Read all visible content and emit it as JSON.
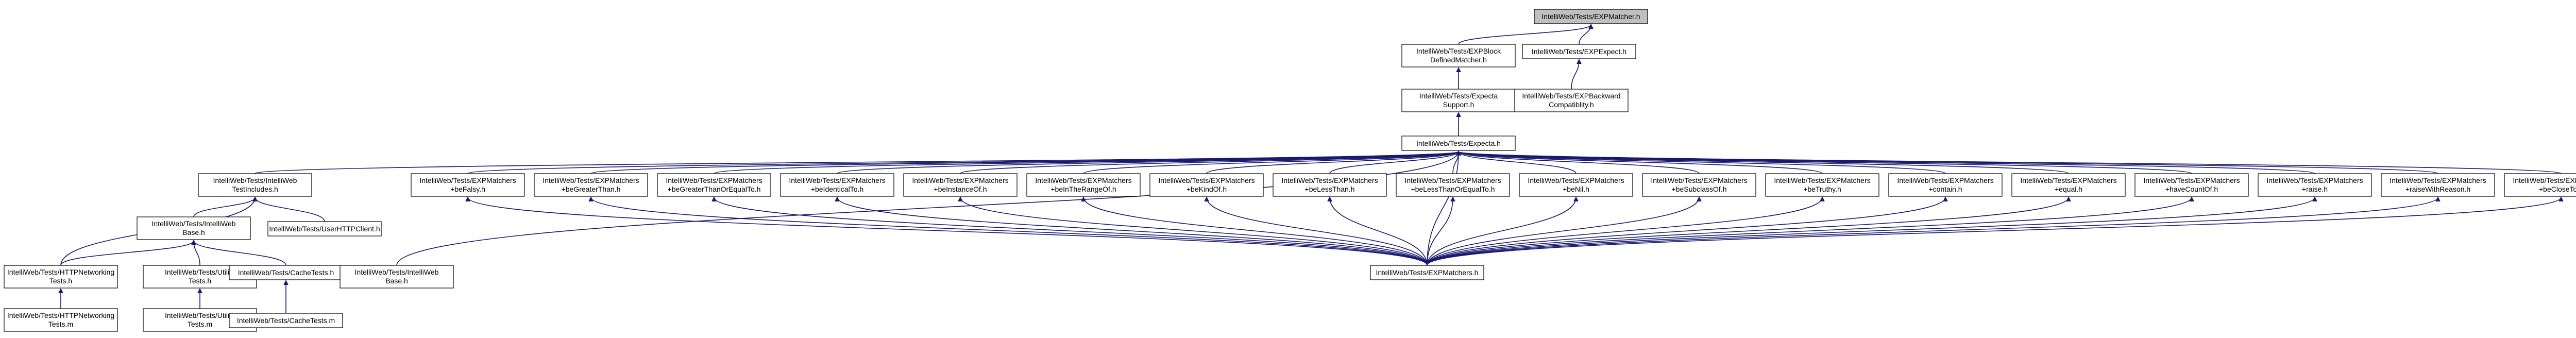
{
  "graph": {
    "colors": {
      "node_fill": "#ffffff",
      "root_fill": "#bfbfbf",
      "node_border": "#000000",
      "edge": "#191970"
    },
    "nodes": [
      {
        "id": "xpmatcher",
        "lines": [
          "IntelliWeb/Tests/EXPMatcher.h"
        ],
        "root": true
      },
      {
        "id": "blockdefined",
        "lines": [
          "IntelliWeb/Tests/EXPBlock",
          "DefinedMatcher.h"
        ]
      },
      {
        "id": "expect",
        "lines": [
          "IntelliWeb/Tests/EXPExpect.h"
        ]
      },
      {
        "id": "expectsupport",
        "lines": [
          "IntelliWeb/Tests/Expecta",
          "Support.h"
        ]
      },
      {
        "id": "backwardcompat",
        "lines": [
          "IntelliWeb/Tests/EXPBackward",
          "Compatiblity.h"
        ]
      },
      {
        "id": "expecta",
        "lines": [
          "IntelliWeb/Tests/Expecta.h"
        ]
      },
      {
        "id": "intelliwebtestincludes",
        "lines": [
          "IntelliWeb/Tests/IntelliWeb",
          "TestIncludes.h"
        ]
      },
      {
        "id": "befalsy",
        "lines": [
          "IntelliWeb/Tests/EXPMatchers",
          "+beFalsy.h"
        ]
      },
      {
        "id": "begreaterthan",
        "lines": [
          "IntelliWeb/Tests/EXPMatchers",
          "+beGreaterThan.h"
        ]
      },
      {
        "id": "begreaterthanorequalto",
        "lines": [
          "IntelliWeb/Tests/EXPMatchers",
          "+beGreaterThanOrEqualTo.h"
        ]
      },
      {
        "id": "beidenticalto",
        "lines": [
          "IntelliWeb/Tests/EXPMatchers",
          "+beIdenticalTo.h"
        ]
      },
      {
        "id": "beinstanceof",
        "lines": [
          "IntelliWeb/Tests/EXPMatchers",
          "+beInstanceOf.h"
        ]
      },
      {
        "id": "beintherangeof",
        "lines": [
          "IntelliWeb/Tests/EXPMatchers",
          "+beInTheRangeOf.h"
        ]
      },
      {
        "id": "bekindof",
        "lines": [
          "IntelliWeb/Tests/EXPMatchers",
          "+beKindOf.h"
        ]
      },
      {
        "id": "belessthan",
        "lines": [
          "IntelliWeb/Tests/EXPMatchers",
          "+beLessThan.h"
        ]
      },
      {
        "id": "belessthanorequalto",
        "lines": [
          "IntelliWeb/Tests/EXPMatchers",
          "+beLessThanOrEqualTo.h"
        ]
      },
      {
        "id": "benil",
        "lines": [
          "IntelliWeb/Tests/EXPMatchers",
          "+beNil.h"
        ]
      },
      {
        "id": "besubclassof",
        "lines": [
          "IntelliWeb/Tests/EXPMatchers",
          "+beSubclassOf.h"
        ]
      },
      {
        "id": "betruthy",
        "lines": [
          "IntelliWeb/Tests/EXPMatchers",
          "+beTruthy.h"
        ]
      },
      {
        "id": "contain",
        "lines": [
          "IntelliWeb/Tests/EXPMatchers",
          "+contain.h"
        ]
      },
      {
        "id": "equal",
        "lines": [
          "IntelliWeb/Tests/EXPMatchers",
          "+equal.h"
        ]
      },
      {
        "id": "havecountof",
        "lines": [
          "IntelliWeb/Tests/EXPMatchers",
          "+haveCountOf.h"
        ]
      },
      {
        "id": "raise",
        "lines": [
          "IntelliWeb/Tests/EXPMatchers",
          "+raise.h"
        ]
      },
      {
        "id": "raisewithreason",
        "lines": [
          "IntelliWeb/Tests/EXPMatchers",
          "+raiseWithReason.h"
        ]
      },
      {
        "id": "becloseto",
        "lines": [
          "IntelliWeb/Tests/EXPMatchers",
          "+beCloseTo.h"
        ]
      },
      {
        "id": "intelliwebtestsbase",
        "lines": [
          "IntelliWeb/Tests/IntelliWeb",
          "Base.h"
        ]
      },
      {
        "id": "userhttpclient",
        "lines": [
          "IntelliWeb/Tests/UserHTTPClient.h"
        ]
      },
      {
        "id": "httpnetworkingtests",
        "lines": [
          "IntelliWeb/Tests/HTTPNetworking",
          "Tests.h"
        ]
      },
      {
        "id": "utilitytests",
        "lines": [
          "IntelliWeb/Tests/Utility",
          "Tests.h"
        ]
      },
      {
        "id": "cachetests",
        "lines": [
          "IntelliWeb/Tests/CacheTests.h"
        ]
      },
      {
        "id": "intelliwebbase2",
        "lines": [
          "IntelliWeb/Tests/IntelliWeb",
          "Base.h"
        ]
      },
      {
        "id": "httpnetworkingtests_m",
        "lines": [
          "IntelliWeb/Tests/HTTPNetworking",
          "Tests.m"
        ]
      },
      {
        "id": "utilitytests_m",
        "lines": [
          "IntelliWeb/Tests/Utility",
          "Tests.m"
        ]
      },
      {
        "id": "cachetests_m",
        "lines": [
          "IntelliWeb/Tests/CacheTests.m"
        ]
      },
      {
        "id": "expmatchers",
        "lines": [
          "IntelliWeb/Tests/EXPMatchers.h"
        ]
      }
    ],
    "edges": [
      [
        "blockdefined",
        "xpmatcher"
      ],
      [
        "expect",
        "xpmatcher"
      ],
      [
        "expectsupport",
        "blockdefined"
      ],
      [
        "backwardcompat",
        "expect"
      ],
      [
        "expecta",
        "expectsupport"
      ],
      [
        "intelliwebtestincludes",
        "expecta"
      ],
      [
        "befalsy",
        "expecta"
      ],
      [
        "begreaterthan",
        "expecta"
      ],
      [
        "begreaterthanorequalto",
        "expecta"
      ],
      [
        "beidenticalto",
        "expecta"
      ],
      [
        "beinstanceof",
        "expecta"
      ],
      [
        "beintherangeof",
        "expecta"
      ],
      [
        "bekindof",
        "expecta"
      ],
      [
        "belessthan",
        "expecta"
      ],
      [
        "belessthanorequalto",
        "expecta"
      ],
      [
        "benil",
        "expecta"
      ],
      [
        "besubclassof",
        "expecta"
      ],
      [
        "betruthy",
        "expecta"
      ],
      [
        "contain",
        "expecta"
      ],
      [
        "equal",
        "expecta"
      ],
      [
        "havecountof",
        "expecta"
      ],
      [
        "raise",
        "expecta"
      ],
      [
        "raisewithreason",
        "expecta"
      ],
      [
        "becloseto",
        "expecta"
      ],
      [
        "intelliwebbase2",
        "expecta"
      ],
      [
        "expmatchers",
        "expecta"
      ],
      [
        "intelliwebtestsbase",
        "intelliwebtestincludes"
      ],
      [
        "userhttpclient",
        "intelliwebtestincludes"
      ],
      [
        "httpnetworkingtests",
        "intelliwebtestincludes"
      ],
      [
        "httpnetworkingtests",
        "intelliwebtestsbase"
      ],
      [
        "utilitytests",
        "intelliwebtestsbase"
      ],
      [
        "cachetests",
        "intelliwebtestsbase"
      ],
      [
        "httpnetworkingtests_m",
        "httpnetworkingtests"
      ],
      [
        "utilitytests_m",
        "utilitytests"
      ],
      [
        "cachetests_m",
        "cachetests"
      ],
      [
        "expmatchers",
        "befalsy"
      ],
      [
        "expmatchers",
        "begreaterthan"
      ],
      [
        "expmatchers",
        "begreaterthanorequalto"
      ],
      [
        "expmatchers",
        "beidenticalto"
      ],
      [
        "expmatchers",
        "beinstanceof"
      ],
      [
        "expmatchers",
        "beintherangeof"
      ],
      [
        "expmatchers",
        "bekindof"
      ],
      [
        "expmatchers",
        "belessthan"
      ],
      [
        "expmatchers",
        "belessthanorequalto"
      ],
      [
        "expmatchers",
        "benil"
      ],
      [
        "expmatchers",
        "besubclassof"
      ],
      [
        "expmatchers",
        "betruthy"
      ],
      [
        "expmatchers",
        "contain"
      ],
      [
        "expmatchers",
        "equal"
      ],
      [
        "expmatchers",
        "havecountof"
      ],
      [
        "expmatchers",
        "raise"
      ],
      [
        "expmatchers",
        "raisewithreason"
      ],
      [
        "expmatchers",
        "becloseto"
      ]
    ]
  }
}
